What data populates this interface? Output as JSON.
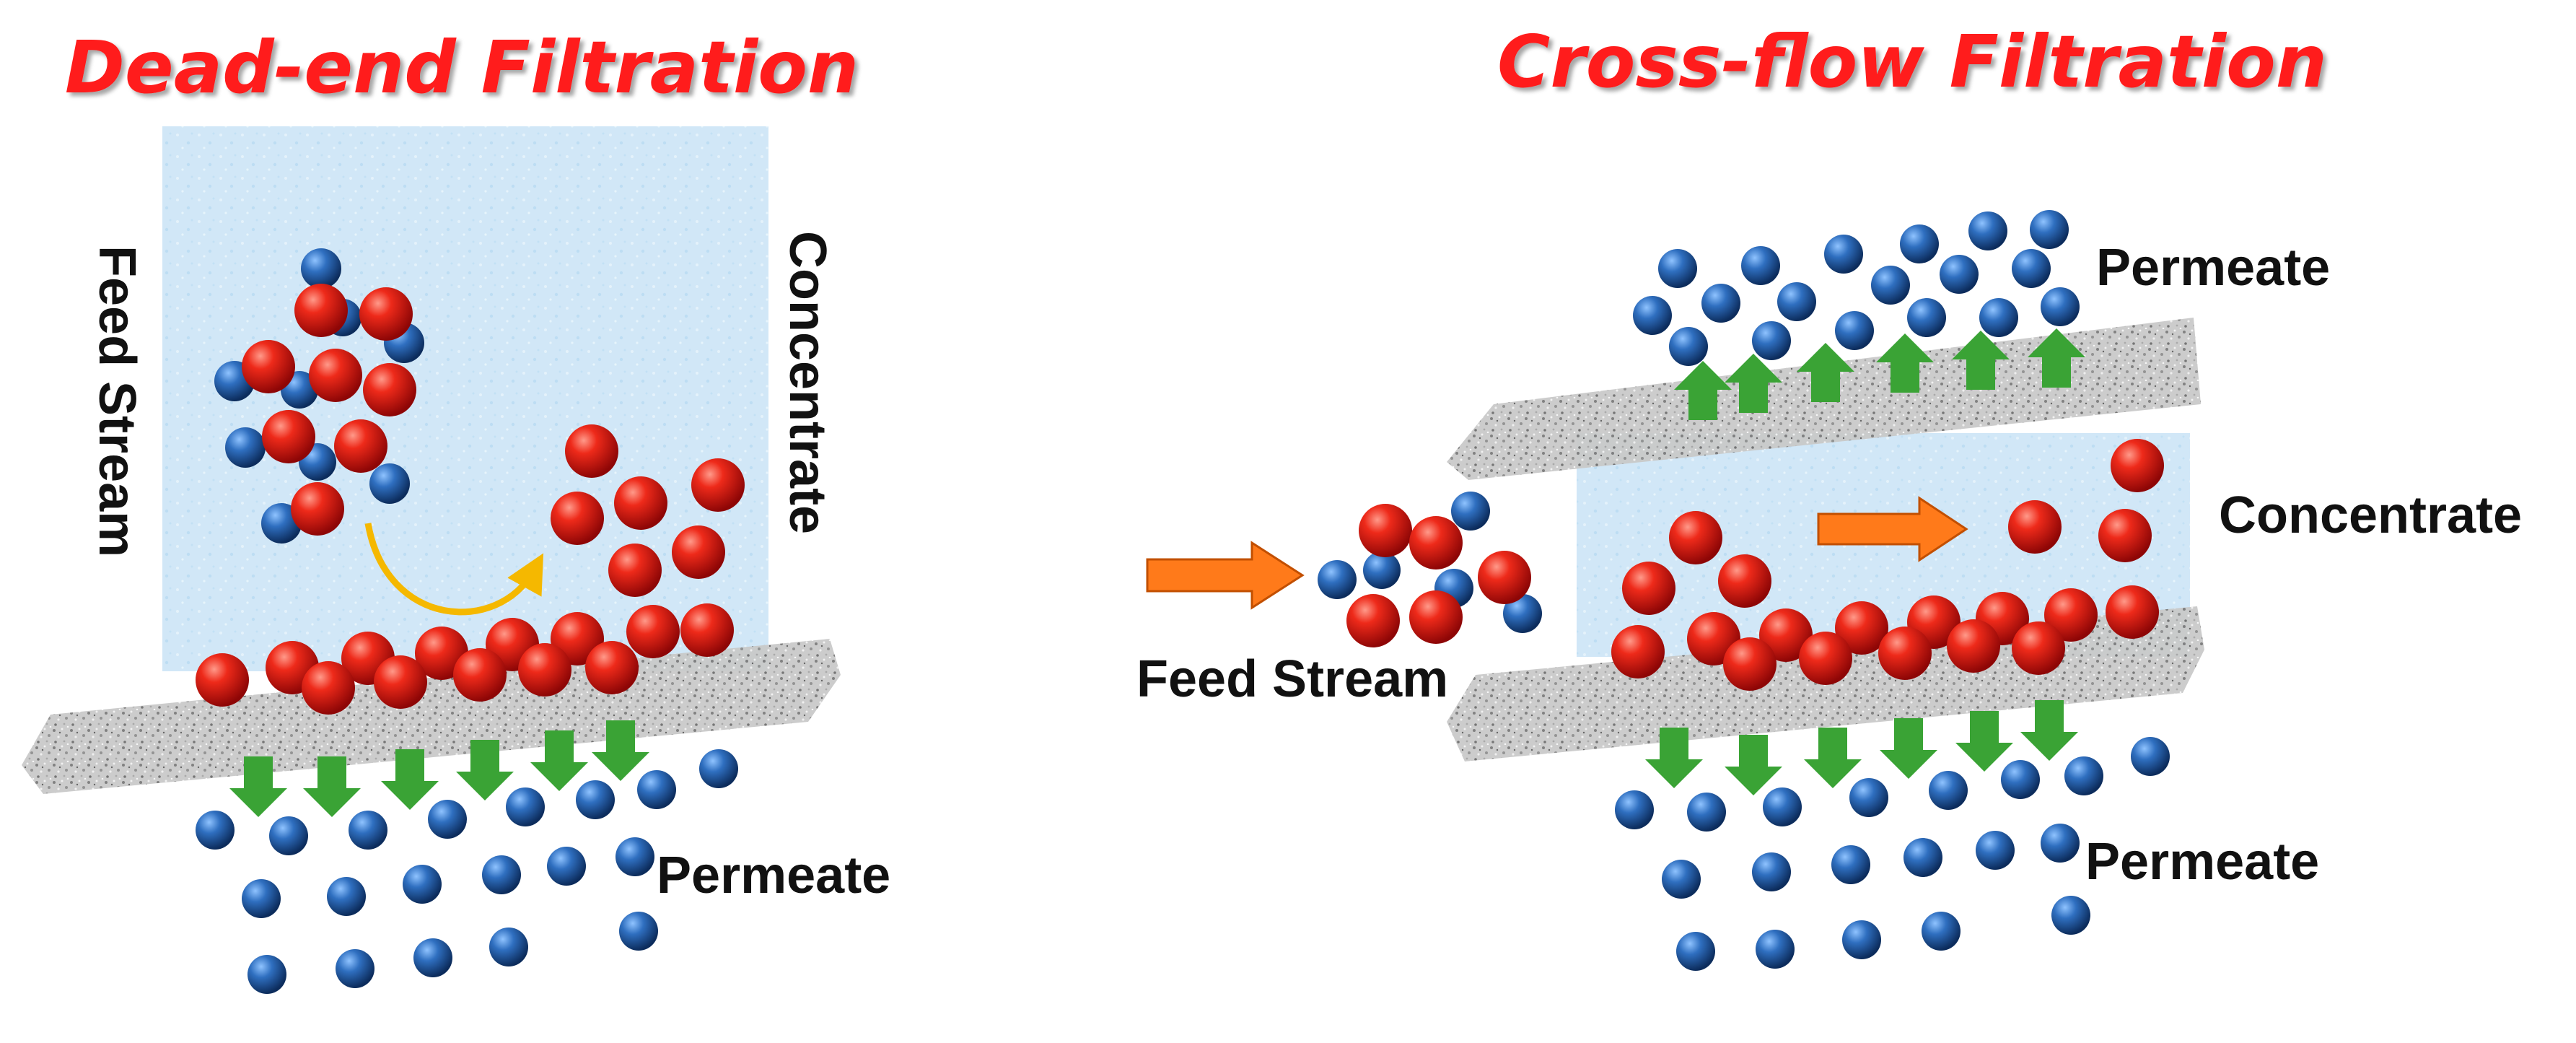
{
  "diagram": {
    "left_panel": {
      "title": "Dead-end Filtration",
      "feed_label": "Feed Stream",
      "concentrate_label": "Concentrate",
      "permeate_label": "Permeate"
    },
    "right_panel": {
      "title": "Cross-flow Filtration",
      "feed_label": "Feed Stream",
      "concentrate_label": "Concentrate",
      "permeate_top_label": "Permeate",
      "permeate_bottom_label": "Permeate"
    }
  },
  "colors": {
    "title": "#ff1a1a",
    "text": "#111111",
    "large_particle": "#e01010",
    "small_particle": "#1f5fa8",
    "membrane": "#b8b8b8",
    "feed_water": "#cfe6f7",
    "flow_arrow": "#ff7a1a",
    "curve_arrow": "#f5b800",
    "permeate_arrow": "#3aa335"
  }
}
